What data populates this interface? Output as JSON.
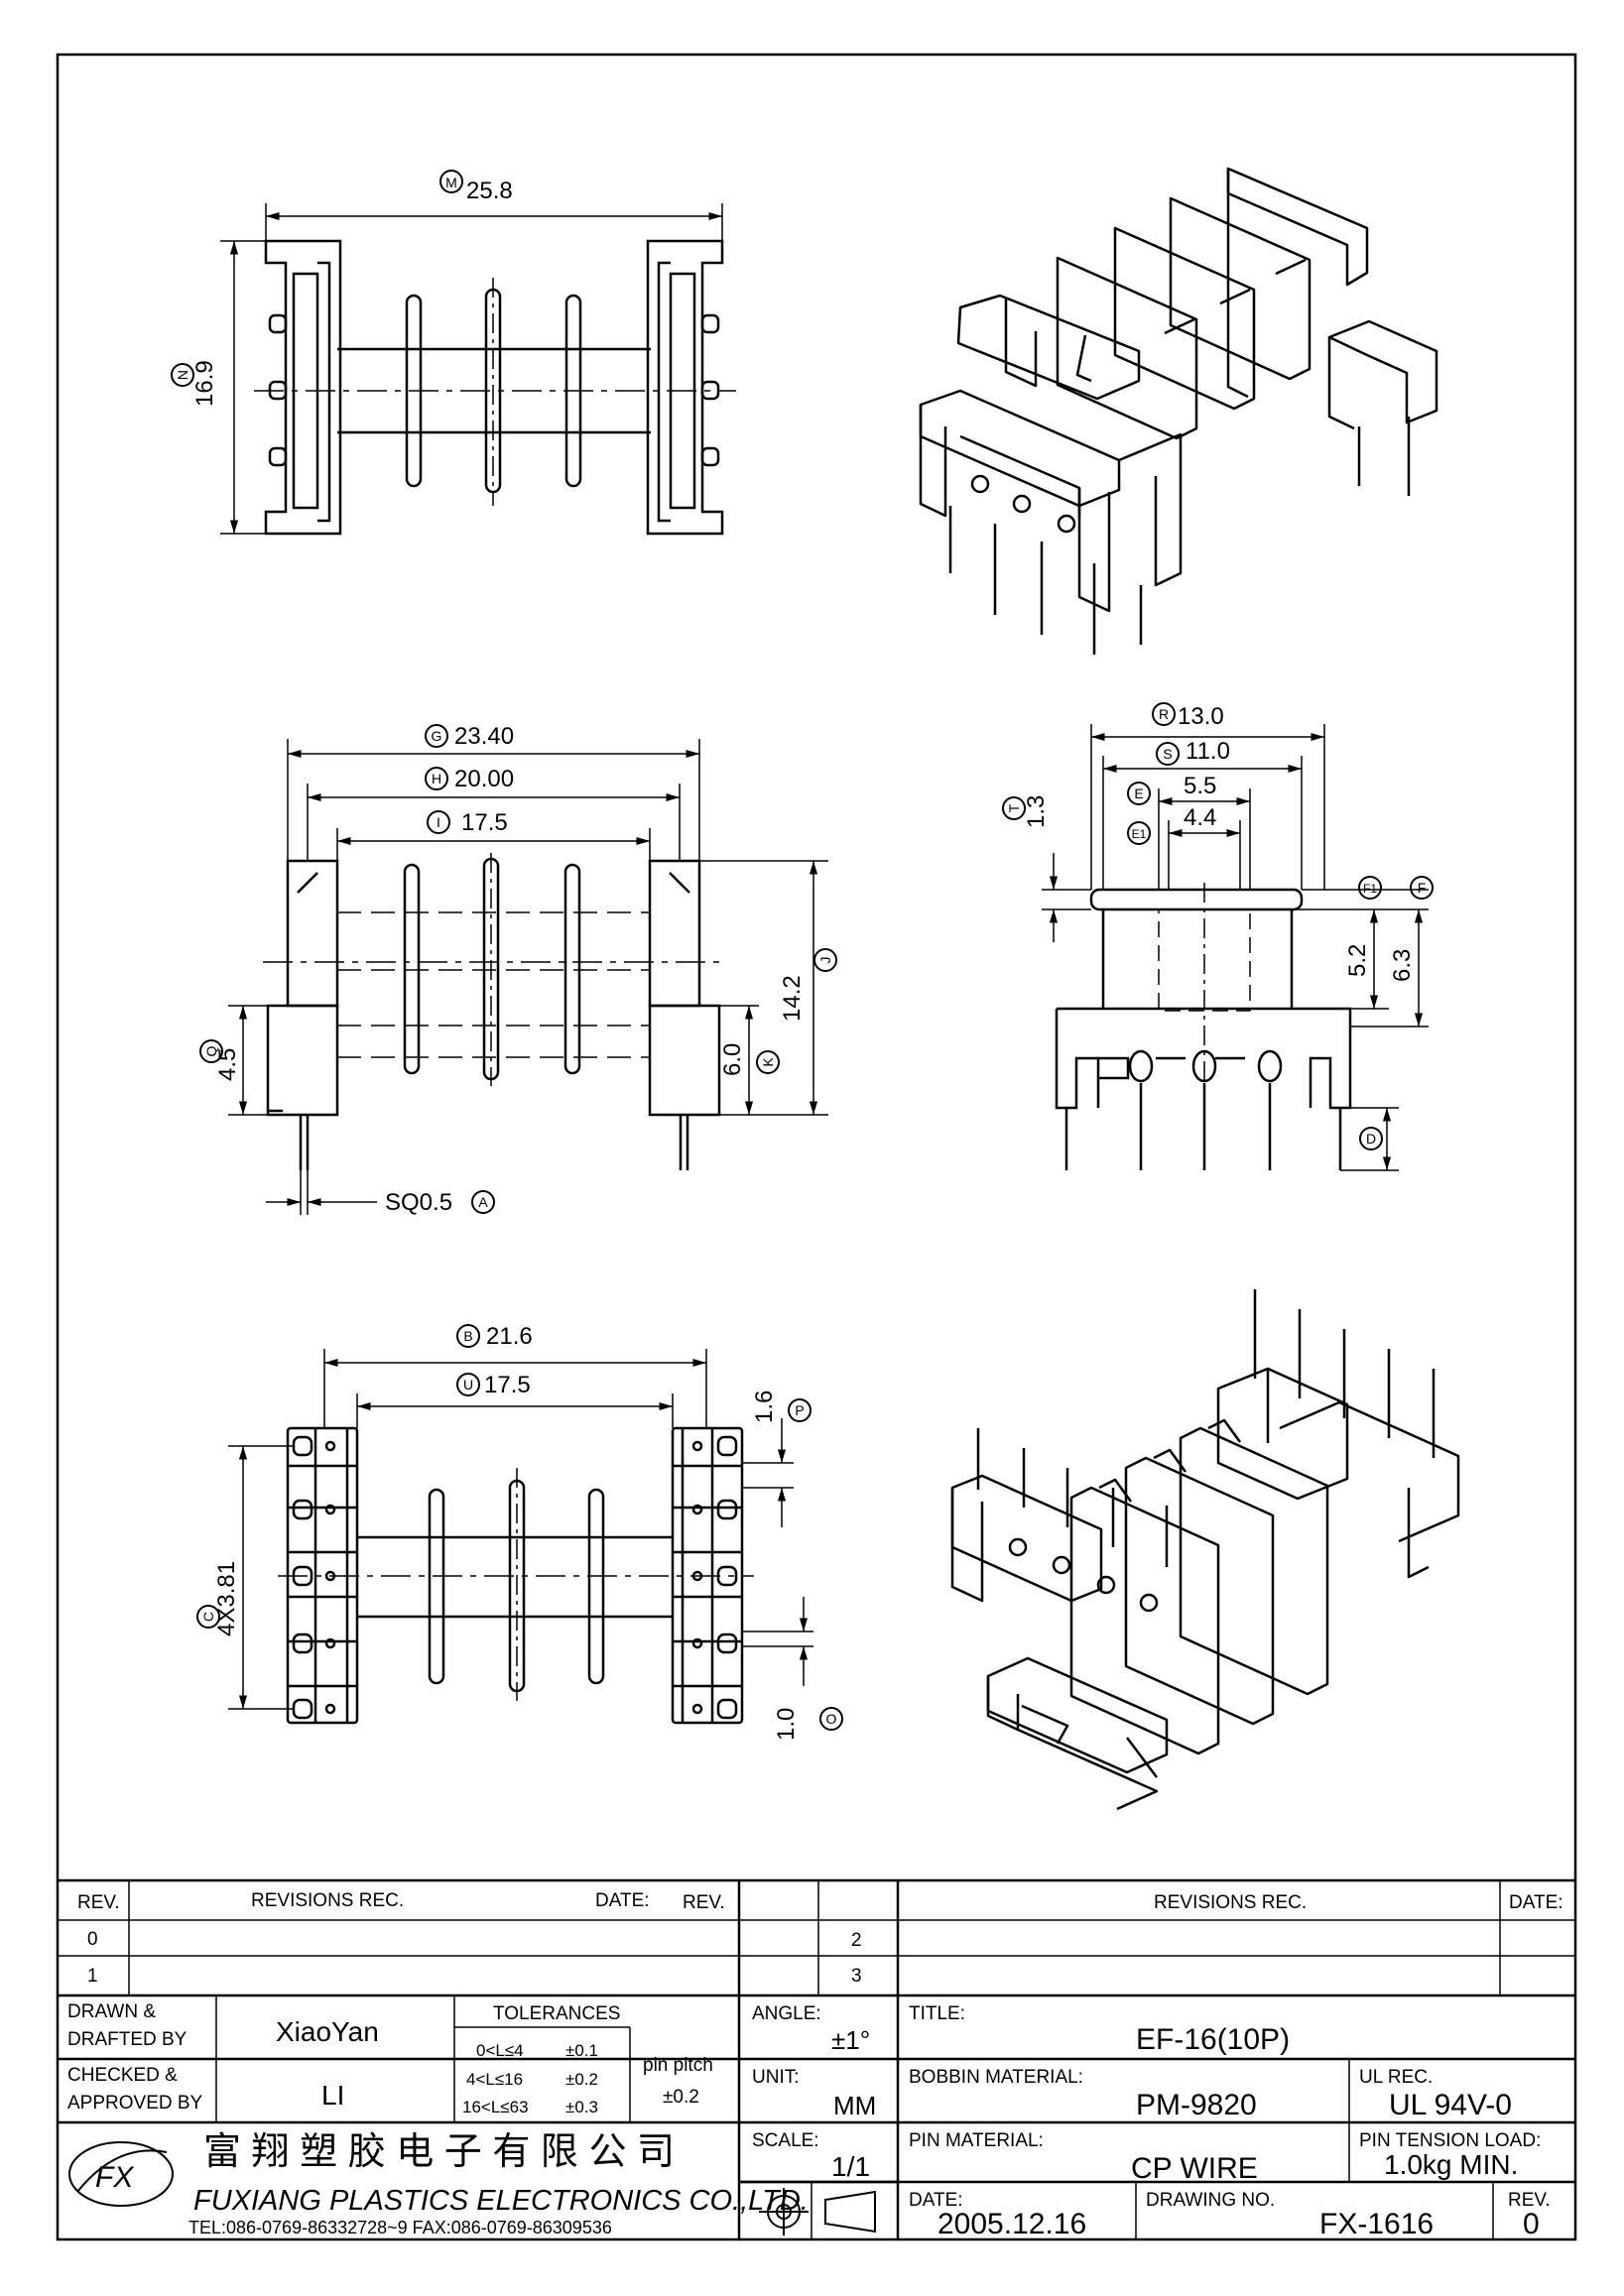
{
  "dims": {
    "M": {
      "letter": "M",
      "value": "25.8"
    },
    "N": {
      "letter": "N",
      "value": "16.9"
    },
    "G": {
      "letter": "G",
      "value": "23.40"
    },
    "H": {
      "letter": "H",
      "value": "20.00"
    },
    "I": {
      "letter": "I",
      "value": "17.5"
    },
    "J": {
      "letter": "J",
      "value": "14.2"
    },
    "Q": {
      "letter": "Q",
      "value": "4.5"
    },
    "K": {
      "letter": "K",
      "value": "6.0"
    },
    "A": {
      "letter": "A",
      "value": "SQ0.5"
    },
    "R": {
      "letter": "R",
      "value": "13.0"
    },
    "S": {
      "letter": "S",
      "value": "11.0"
    },
    "E": {
      "letter": "E",
      "value": "5.5"
    },
    "E1": {
      "letter": "E1",
      "value": "4.4"
    },
    "T": {
      "letter": "T",
      "value": "1.3"
    },
    "F1": {
      "letter": "F1",
      "value": "5.2"
    },
    "F": {
      "letter": "F",
      "value": "6.3"
    },
    "D": {
      "letter": "D",
      "value": ""
    },
    "B": {
      "letter": "B",
      "value": "21.6"
    },
    "U": {
      "letter": "U",
      "value": "17.5"
    },
    "P": {
      "letter": "P",
      "value": "1.6"
    },
    "C": {
      "letter": "C",
      "value": "4X3.81"
    },
    "O": {
      "letter": "O",
      "value": "1.0"
    }
  },
  "title_block": {
    "rev_header": "REV.",
    "revisions_rec": "REVISIONS   REC.",
    "date_header": "DATE:",
    "rev_header2": "REV.",
    "revisions_rec2": "REVISIONS   REC.",
    "date_header2": "DATE:",
    "rev_rows": [
      "0",
      "1"
    ],
    "rev_rows2": [
      "2",
      "3"
    ],
    "drawn_label_1": "DRAWN &",
    "drawn_label_2": "DRAFTED BY",
    "drawn_by": "XiaoYan",
    "checked_label_1": "CHECKED &",
    "checked_label_2": "APPROVED BY",
    "checked_by": "LI",
    "tolerances_label": "TOLERANCES",
    "tolerances": [
      {
        "range": "0<L≤4",
        "tol": "±0.1"
      },
      {
        "range": "4<L≤16",
        "tol": "±0.2"
      },
      {
        "range": "16<L≤63",
        "tol": "±0.3"
      }
    ],
    "pin_pitch_label": "pin pitch",
    "pin_pitch_tol": "±0.2",
    "angle_label": "ANGLE:",
    "angle_value": "±1°",
    "unit_label": "UNIT:",
    "unit_value": "MM",
    "scale_label": "SCALE:",
    "scale_value": "1/1",
    "title_label": "TITLE:",
    "title_value": "EF-16(10P)",
    "bobbin_material_label": "BOBBIN MATERIAL:",
    "bobbin_material_value": "PM-9820",
    "ul_rec_label": "UL REC.",
    "ul_rec_value": "UL 94V-0",
    "pin_material_label": "PIN MATERIAL:",
    "pin_material_value": "CP WIRE",
    "pin_tension_label": "PIN TENSION LOAD:",
    "pin_tension_value": "1.0kg MIN.",
    "date_label": "DATE:",
    "date_value": "2005.12.16",
    "drawing_no_label": "DRAWING NO.",
    "drawing_no_value": "FX-1616",
    "rev_label": "REV.",
    "rev_value": "0",
    "company_cn": "富 翔 塑 胶 电 子 有 限 公 司",
    "company_en": "FUXIANG PLASTICS ELECTRONICS CO.,LTD.",
    "contact": "TEL:086-0769-86332728~9  FAX:086-0769-86309536"
  }
}
